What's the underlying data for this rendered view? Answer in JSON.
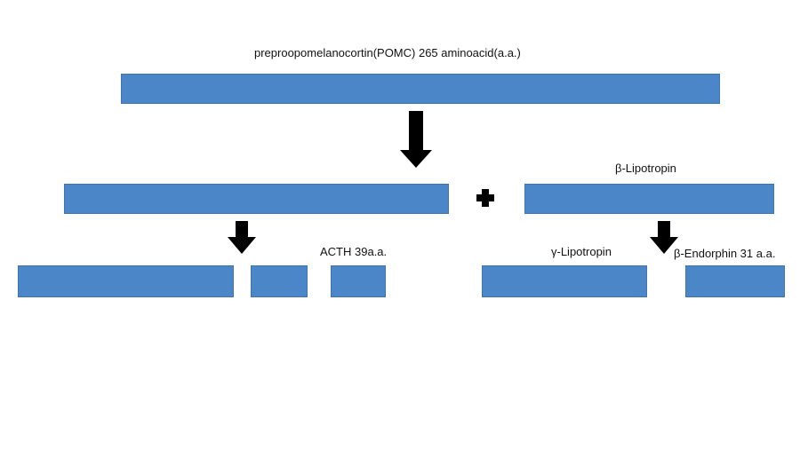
{
  "labels": {
    "pomc": "preproopomelanocortin(POMC) 265 aminoacid(a.a.)",
    "beta_lipotropin": "β-Lipotropin",
    "acth": "ACTH 39a.a.",
    "gamma_lipotropin": "γ-Lipotropin",
    "beta_endorphin": "β-Endorphin 31 a.a."
  },
  "colors": {
    "bar": "#4a86c8",
    "arrow": "#000000"
  }
}
